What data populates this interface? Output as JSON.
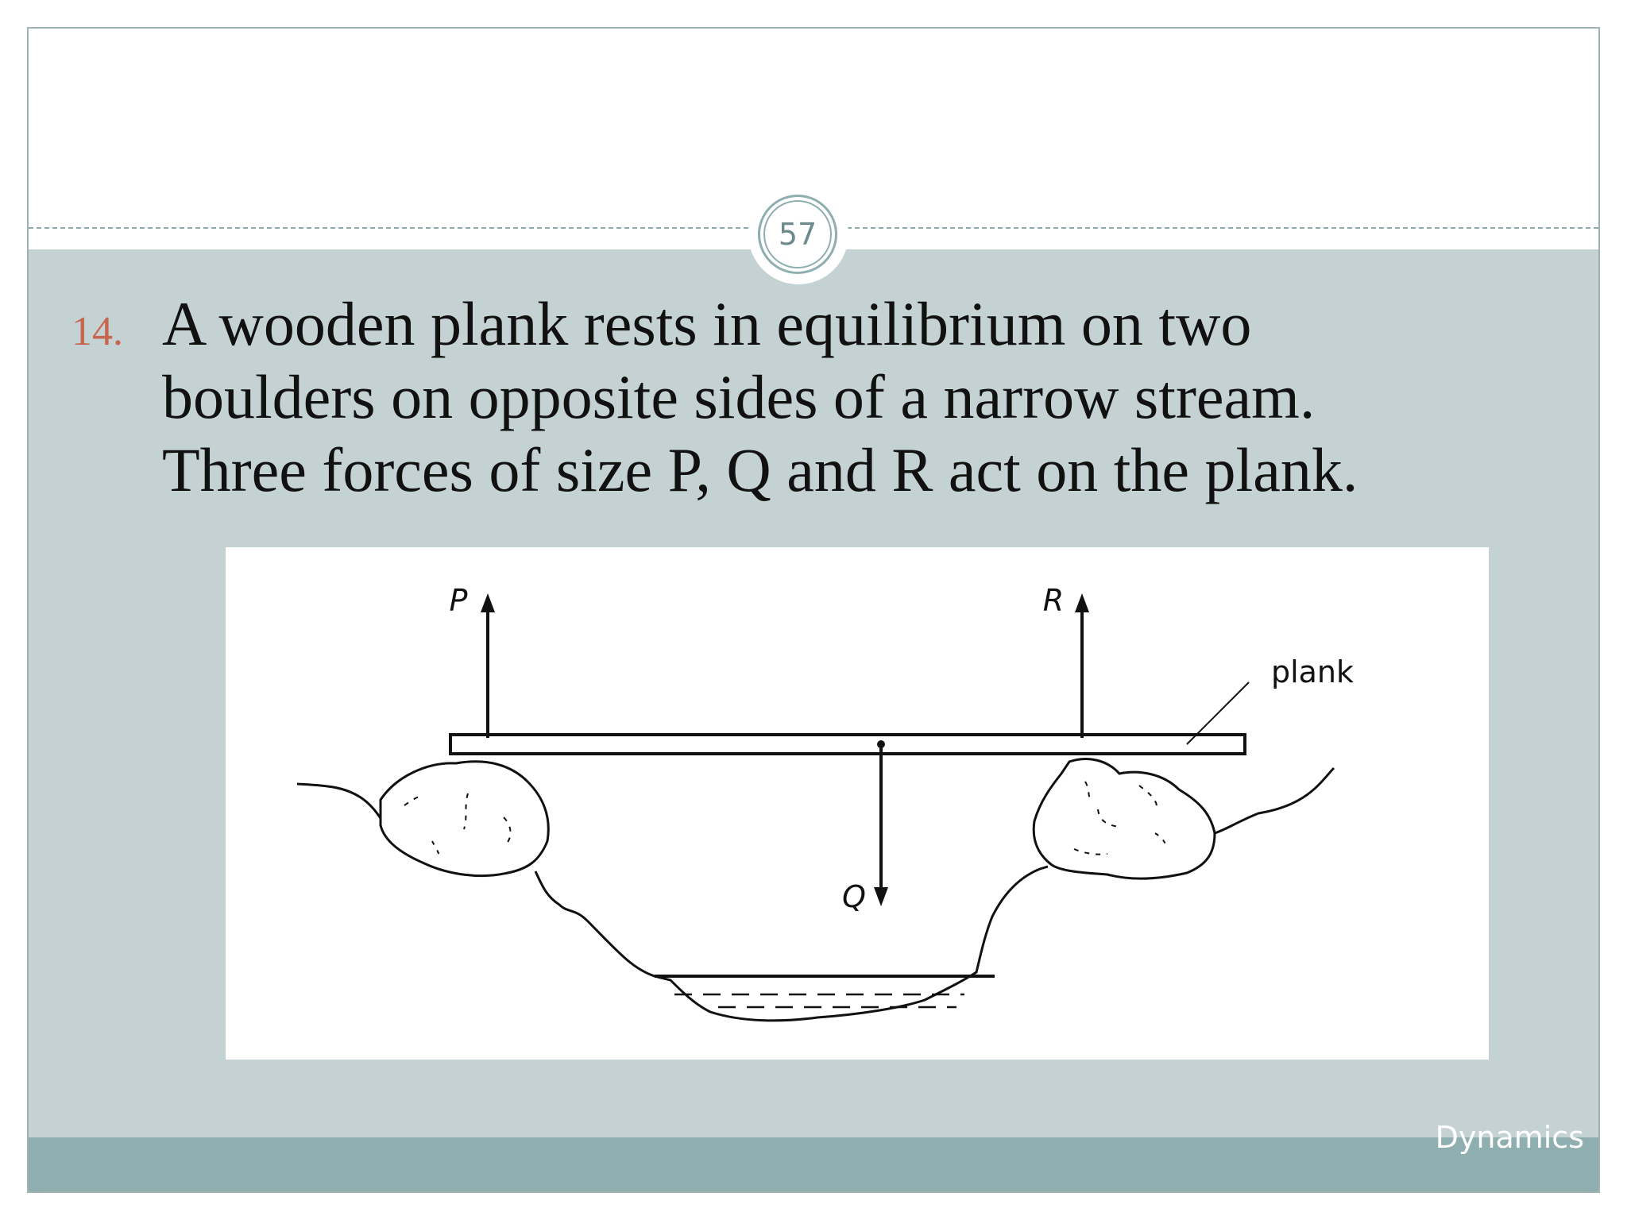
{
  "slide": {
    "page_number": "57",
    "question_number": "14.",
    "question_lines": [
      "A wooden plank rests in equilibrium on two",
      "boulders on opposite sides of a narrow stream.",
      "Three forces of size P, Q and R act on the plank."
    ],
    "footer": "Dynamics"
  },
  "diagram": {
    "force_labels": {
      "p": "P",
      "q": "Q",
      "r": "R"
    },
    "plank_label": "plank"
  },
  "colors": {
    "body_background": "#c5d2d4",
    "footer_background": "#8eaeaf",
    "question_number": "#c8654e"
  }
}
